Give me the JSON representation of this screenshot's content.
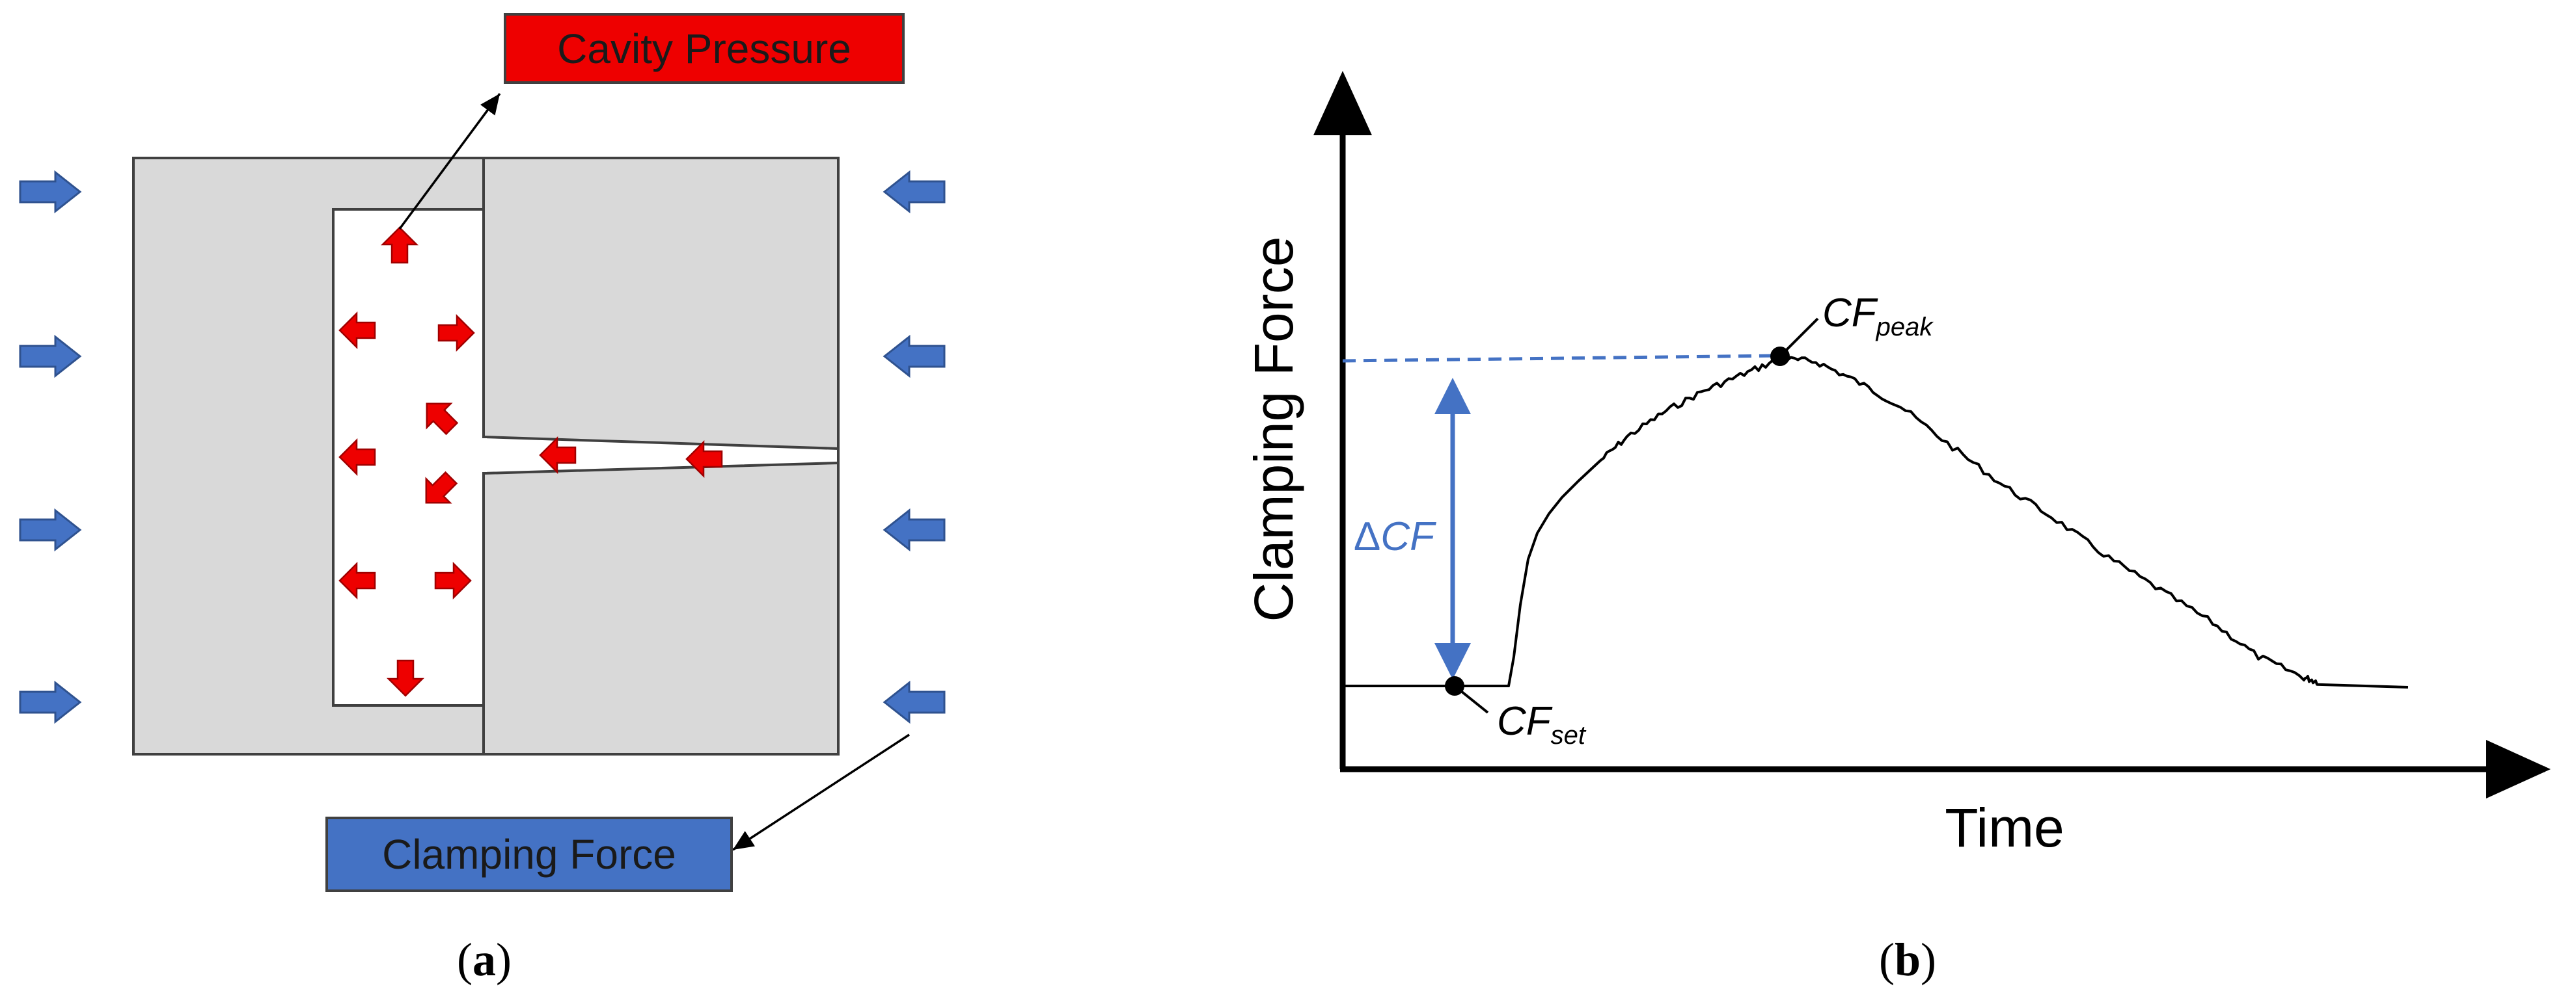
{
  "panel_a": {
    "caption_open": "(",
    "caption_letter": "a",
    "caption_close": ")",
    "cavity_label": "Cavity Pressure",
    "clamping_label": "Clamping Force",
    "colors": {
      "pressure": "#ee0000",
      "clamping": "#4472c4",
      "mold": "#d9d9d9",
      "outline": "#404040"
    }
  },
  "panel_b": {
    "caption_open": "(",
    "caption_letter": "b",
    "caption_close": ")",
    "xlabel": "Time",
    "ylabel": "Clamping Force",
    "delta_prefix": "Δ",
    "delta_main": "CF",
    "peak_main": "CF",
    "peak_sub": "peak",
    "set_main": "CF",
    "set_sub": "set",
    "colors": {
      "curve": "#000000",
      "annotation": "#4472c4"
    }
  }
}
